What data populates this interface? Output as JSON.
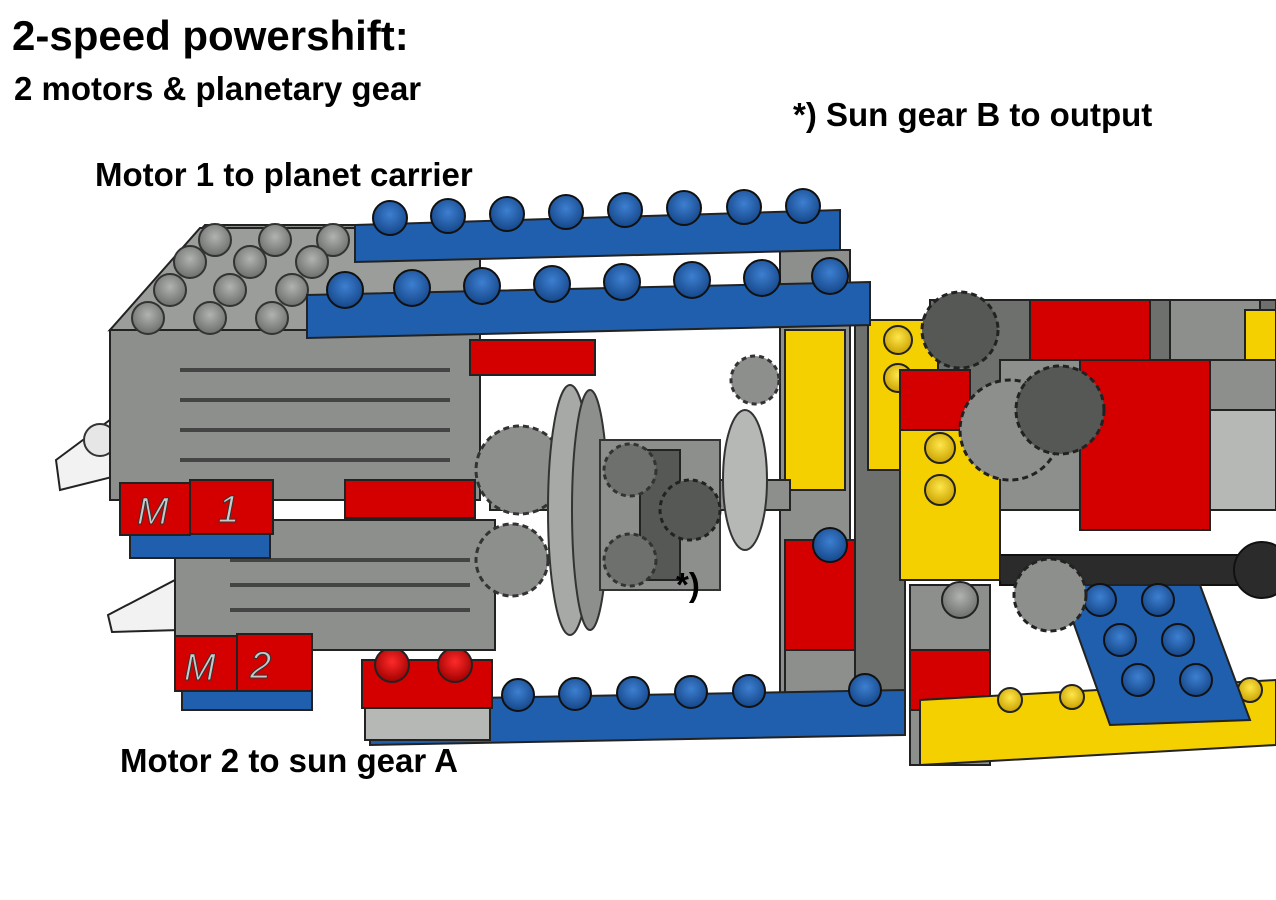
{
  "title": "2-speed powershift:",
  "subtitle": "2 motors & planetary gear",
  "labels": {
    "motor1": "Motor 1 to planet carrier",
    "sun_b": "*) Sun gear B to output",
    "motor2": "Motor 2 to sun gear A",
    "marker": "*)"
  },
  "tiles": {
    "m1_left": "M",
    "m1_right": "1",
    "m2_left": "M",
    "m2_right": "2"
  },
  "colors": {
    "blue": "#1f5fae",
    "blue_dark": "#14407a",
    "red": "#d40000",
    "red_dark": "#8e0000",
    "yellow": "#f5d000",
    "yellow_dark": "#c8a000",
    "gray": "#8c8f8c",
    "gray_dark": "#555855",
    "gray_light": "#b5b8b5",
    "white_part": "#f2f2f2"
  }
}
